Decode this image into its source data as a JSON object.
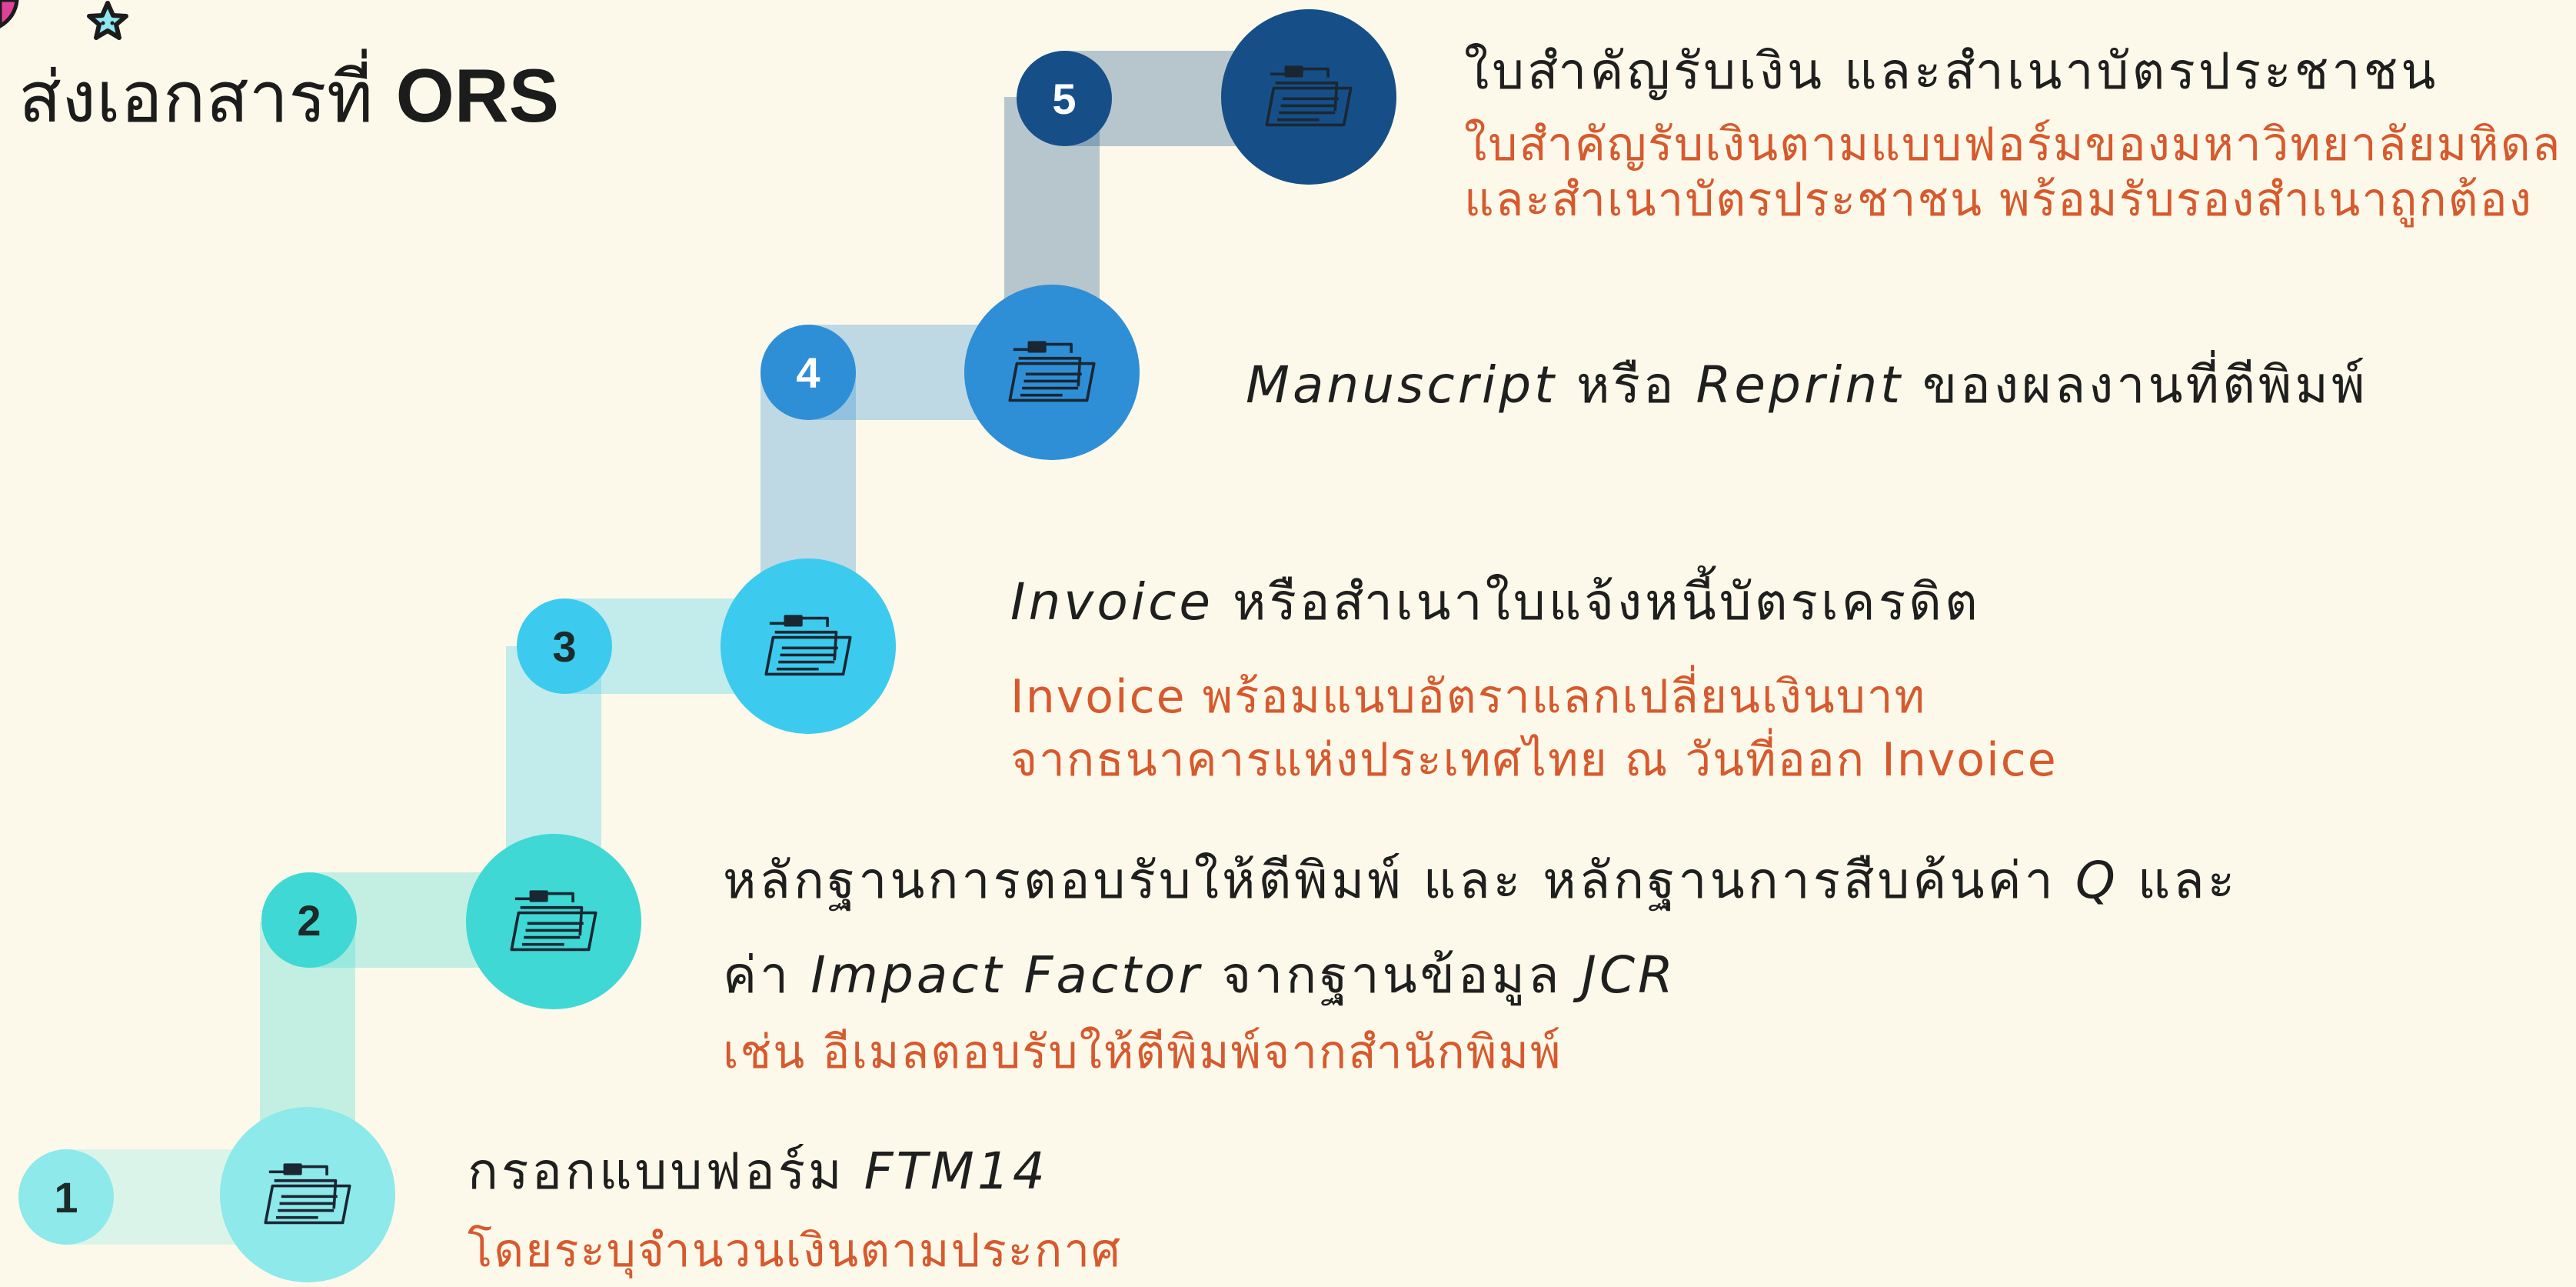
{
  "title": {
    "prefix": "ส่งเอกสารที่",
    "strong": "ORS"
  },
  "icons": {
    "step_icon": "folder-document-icon",
    "decoration": "star-icon"
  },
  "colors": {
    "background": "#fdf9ea",
    "subtext": "#d65a2e",
    "text": "#1f1f1f",
    "star_fill": "#8ee6f0",
    "corner_shape": "#e0419a"
  },
  "steps": [
    {
      "number": "1",
      "color": "#8de9ea",
      "number_text_color": "#1c2a2a",
      "main": [
        [
          {
            "t": "กรอกแบบฟอร์ม "
          },
          {
            "t": "FTM14",
            "i": true
          }
        ]
      ],
      "sub": [
        "โดยระบุจำนวนเงินตามประกาศ"
      ]
    },
    {
      "number": "2",
      "color": "#3fd8d4",
      "number_text_color": "#1c2a2a",
      "main": [
        [
          {
            "t": "หลักฐานการตอบรับให้ตีพิมพ์ และ หลักฐานการสืบค้นค่า "
          },
          {
            "t": "Q",
            "i": true
          },
          {
            "t": " และ"
          }
        ],
        [
          {
            "t": "ค่า "
          },
          {
            "t": "Impact Factor",
            "i": true
          },
          {
            "t": " จากฐานข้อมูล "
          },
          {
            "t": "JCR",
            "i": true
          }
        ]
      ],
      "sub": [
        "เช่น อีเมลตอบรับให้ตีพิมพ์จากสำนักพิมพ์"
      ]
    },
    {
      "number": "3",
      "color": "#3ccbee",
      "number_text_color": "#1c2a2a",
      "main": [
        [
          {
            "t": "Invoice",
            "i": true
          },
          {
            "t": " หรือสำเนาใบแจ้งหนี้บัตรเครดิต"
          }
        ]
      ],
      "sub": [
        "Invoice พร้อมแนบอัตราแลกเปลี่ยนเงินบาท",
        "จากธนาคารแห่งประเทศไทย ณ วันที่ออก Invoice"
      ]
    },
    {
      "number": "4",
      "color": "#2e8fd6",
      "number_text_color": "#ffffff",
      "main": [
        [
          {
            "t": "Manuscript",
            "i": true
          },
          {
            "t": " หรือ "
          },
          {
            "t": "Reprint",
            "i": true
          },
          {
            "t": " ของผลงานที่ตีพิมพ์"
          }
        ]
      ],
      "sub": []
    },
    {
      "number": "5",
      "color": "#164f88",
      "number_text_color": "#ffffff",
      "main": [
        [
          {
            "t": "ใบสำคัญรับเงิน และสำเนาบัตรประชาชน"
          }
        ]
      ],
      "sub": [
        "ใบสำคัญรับเงินตามแบบฟอร์มของมหาวิทยาลัยมหิดล",
        "และสำเนาบัตรประชาชน พร้อมรับรองสำเนาถูกต้อง"
      ]
    }
  ]
}
